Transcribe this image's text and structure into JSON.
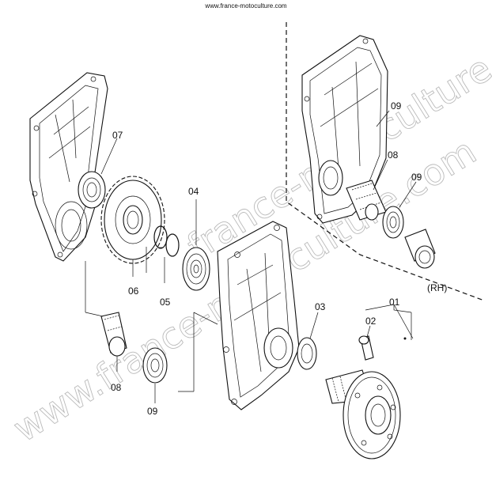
{
  "header": {
    "site": "www.france-motoculture.com"
  },
  "watermarks": [
    "www.france-motoculture.com",
    "france-motoculture.com"
  ],
  "callouts": {
    "c01": "01",
    "c02": "02",
    "c03": "03",
    "c04": "04",
    "c05": "05",
    "c06": "06",
    "c07": "07",
    "c08a": "08",
    "c09a": "09",
    "c08b": "08",
    "c09b": "09",
    "c09c": "09",
    "rh": "(RH)"
  }
}
